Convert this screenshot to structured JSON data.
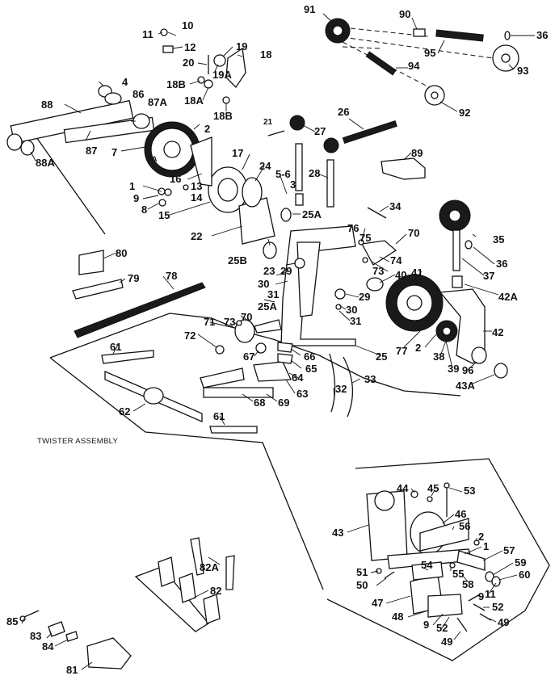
{
  "labels": {
    "l10": "10",
    "l11": "11",
    "l12": "12",
    "l19": "19",
    "l18": "18",
    "l20": "20",
    "l19a": "19A",
    "l18b_1": "18B",
    "l18a": "18A",
    "l18b_2": "18B",
    "l4": "4",
    "l86": "86",
    "l87a": "87A",
    "l88": "88",
    "l2_top": "2",
    "l7": "7",
    "l7a": "7A",
    "l87": "87",
    "l88a": "88A",
    "l91": "91",
    "l90": "90",
    "l36_top": "36",
    "l95": "95",
    "l93": "93",
    "l94": "94",
    "l92": "92",
    "l26": "26",
    "l21": "21",
    "l27": "27",
    "l17": "17",
    "l24": "24",
    "l5_6": "5-6",
    "l89": "89",
    "l16": "16",
    "l13": "13",
    "l1_top": "1",
    "l9_top": "9",
    "l14": "14",
    "l8": "8",
    "l15": "15",
    "l3": "3",
    "l28": "28",
    "l22": "22",
    "l25a_top": "25A",
    "l34": "34",
    "l76": "76",
    "l70_right": "70",
    "l75": "75",
    "l35": "35",
    "l36_mid": "36",
    "l25b": "25B",
    "l74": "74",
    "l73_right": "73",
    "l37": "37",
    "l80": "80",
    "l23": "23",
    "l29_left": "29",
    "l41": "41",
    "l40": "40",
    "l30_left": "30",
    "l79": "79",
    "l78": "78",
    "l31_left": "31",
    "l29_right": "29",
    "l42a": "42A",
    "l25a_mid": "25A",
    "l30_right": "30",
    "l71": "71",
    "l73_left": "73",
    "l70_left": "70",
    "l31_right": "31",
    "l42": "42",
    "l72": "72",
    "l77": "77",
    "l2_mid": "2",
    "l38": "38",
    "l61_top": "61",
    "l67": "67",
    "l66": "66",
    "l25": "25",
    "l65": "65",
    "l39": "39",
    "l96": "96",
    "l64": "64",
    "l33": "33",
    "l43a": "43A",
    "l63": "63",
    "l32": "32",
    "l69": "69",
    "l68": "68",
    "l62": "62",
    "l61_bot": "61",
    "l44": "44",
    "l45": "45",
    "l53": "53",
    "l46": "46",
    "l43": "43",
    "l56": "56",
    "l2_low": "2",
    "l1_low": "1",
    "l57": "57",
    "l82a": "82A",
    "l54": "54",
    "l59": "59",
    "l51": "51",
    "l55": "55",
    "l60": "60",
    "l50": "50",
    "l58": "58",
    "l11_low": "11",
    "l82": "82",
    "l47": "47",
    "l9_low": "9",
    "l52_r": "52",
    "l48": "48",
    "l9_low2": "9",
    "l52_b": "52",
    "l49_r": "49",
    "l85": "85",
    "l83": "83",
    "l84": "84",
    "l49_b": "49",
    "l81": "81"
  },
  "captions": {
    "twister": "TWISTER ASSEMBLY"
  }
}
